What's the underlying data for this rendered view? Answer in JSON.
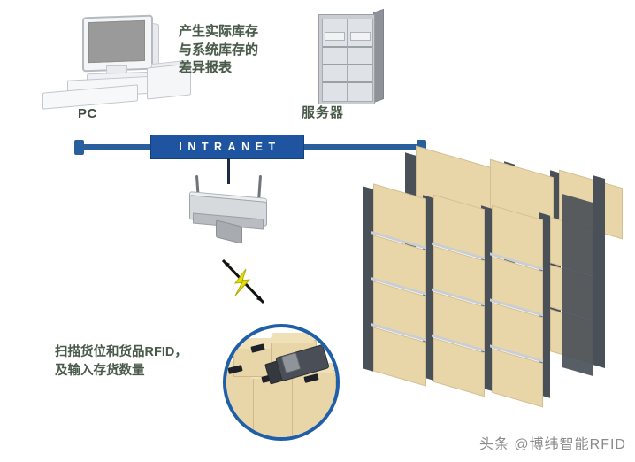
{
  "diagram": {
    "title_annotation_report": "产生实际库存\n与系统库存的\n差异报表",
    "annotation_report_lines": [
      "产生实际库存",
      "与系统库存的",
      "差异报表"
    ],
    "annotation_scan_lines": [
      "扫描货位和货品RFID，",
      "及输入存货数量"
    ],
    "labels": {
      "pc": "PC",
      "server": "服务器",
      "network": "INTRANET"
    },
    "colors": {
      "network_bar": "#1f55a0",
      "backbone_line": "#2a5f9e",
      "inset_ring": "#1f5fa8",
      "crate": "#e8d5a8",
      "rack_panel": "#4a5058",
      "bolt": "#e8e000",
      "label_text": "#4a5a4a"
    },
    "nodes": [
      {
        "name": "pc-workstation",
        "label": "PC"
      },
      {
        "name": "server-rack",
        "label": "服务器"
      },
      {
        "name": "wireless-access-point",
        "label": ""
      },
      {
        "name": "rfid-handheld-scanner",
        "label": ""
      },
      {
        "name": "warehouse-racking",
        "label": ""
      }
    ],
    "inset": {
      "caption": "扫描货位和货品RFID，及输入存货数量",
      "device": "RFID handheld reader"
    },
    "watermark": "头条 @博纬智能RFID"
  }
}
